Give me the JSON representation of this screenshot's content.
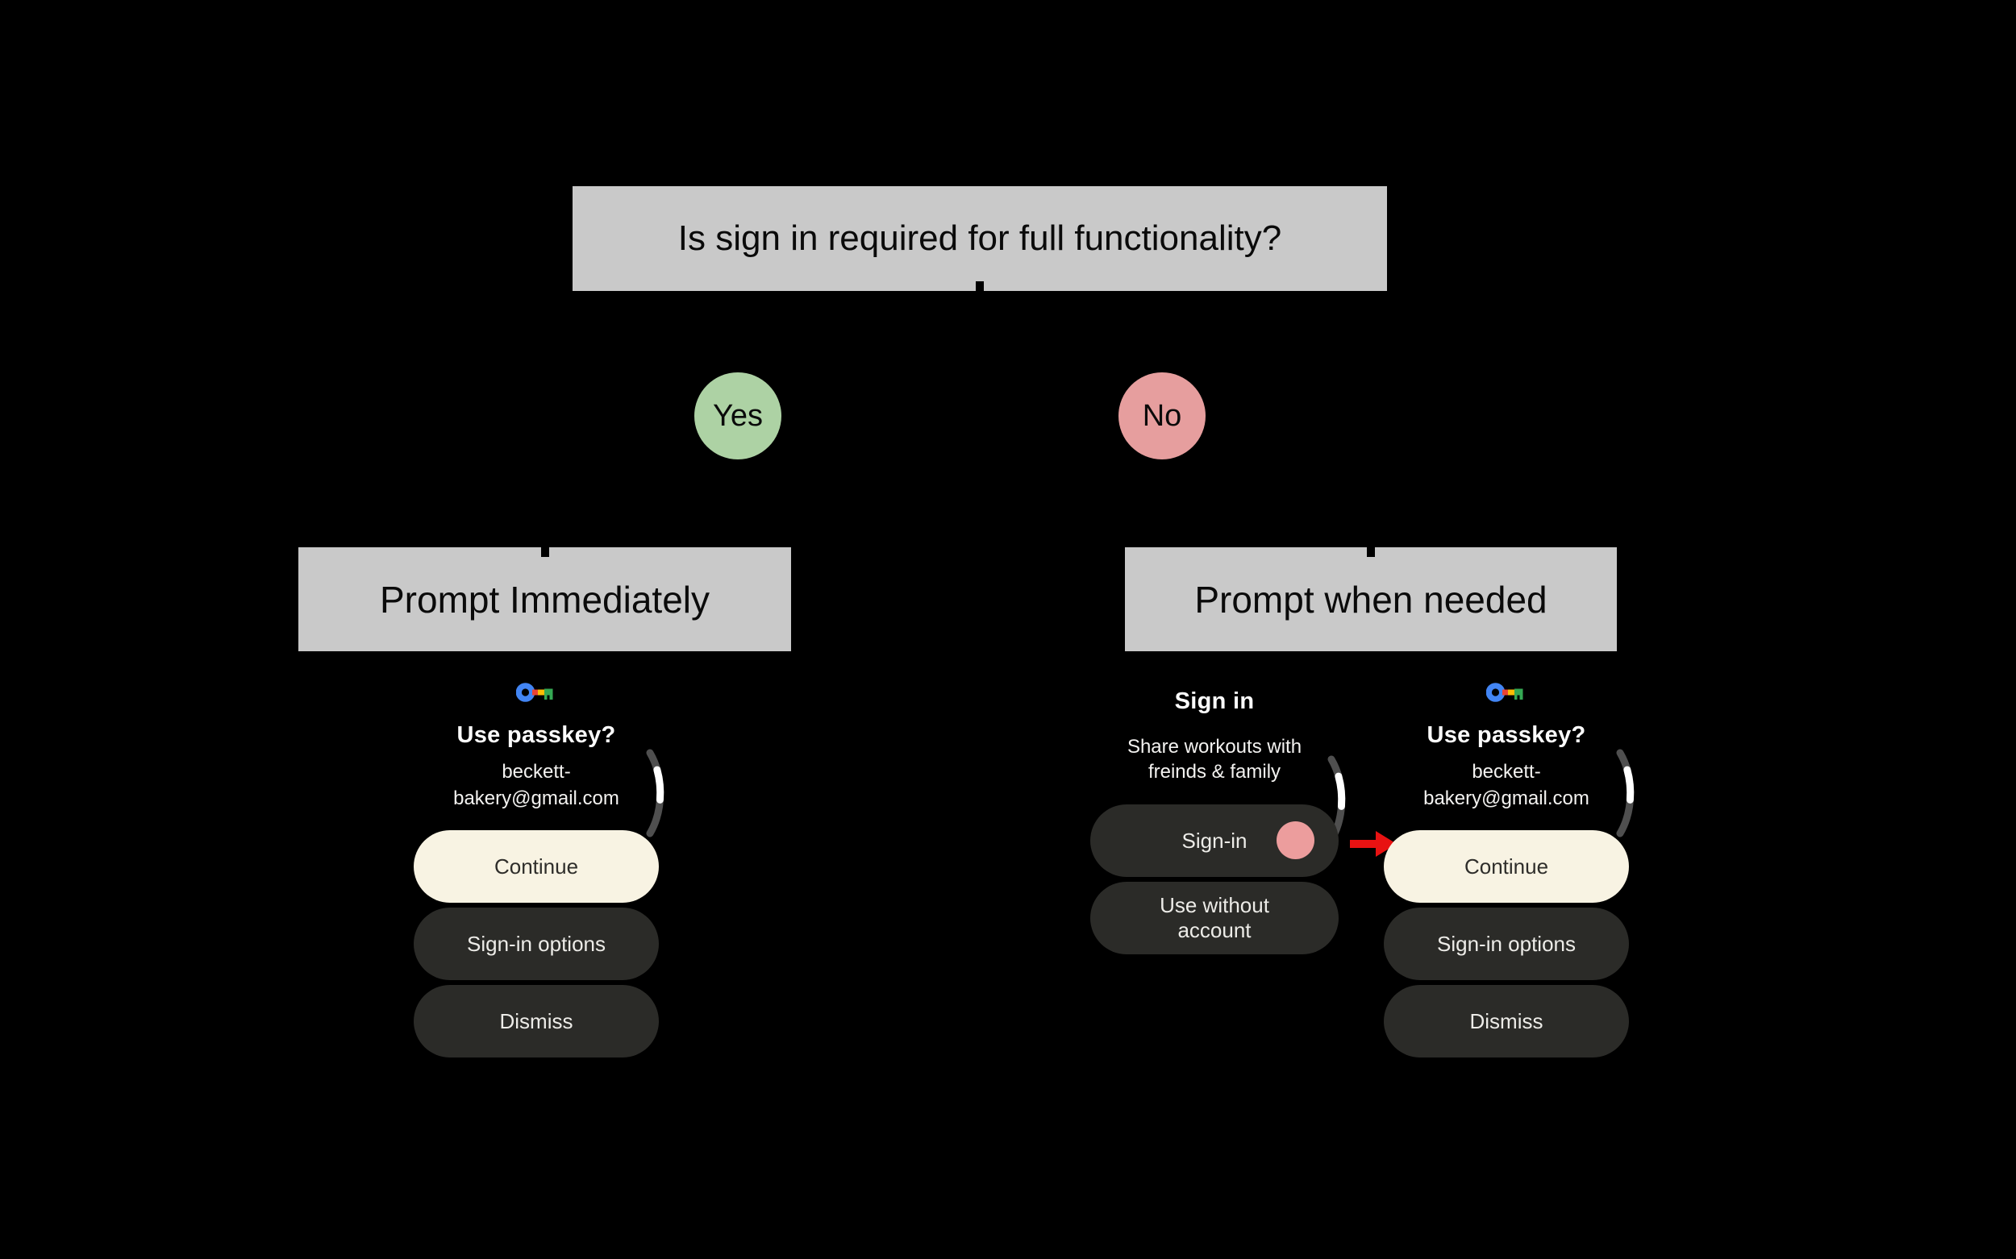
{
  "flow": {
    "title": "Is sign in required for full functionality?",
    "yes_label": "Yes",
    "no_label": "No",
    "left_branch_label": "Prompt Immediately",
    "right_branch_label": "Prompt when needed"
  },
  "passkey_screen": {
    "icon": "google-passkey-key-icon",
    "title": "Use passkey?",
    "account_line1": "beckett-",
    "account_line2": "bakery@gmail.com",
    "buttons": {
      "continue": "Continue",
      "signin_options": "Sign-in options",
      "dismiss": "Dismiss"
    }
  },
  "signin_screen": {
    "title": "Sign in",
    "subtitle_line1": "Share workouts with",
    "subtitle_line2": "freinds & family",
    "buttons": {
      "signin": "Sign-in",
      "use_without_line1": "Use without",
      "use_without_line2": "account"
    }
  },
  "colors": {
    "background": "#000000",
    "box_gray": "#C9C9C9",
    "yes_green": "#ADD2A4",
    "no_pink": "#E69E9E",
    "cream_button": "#F8F3E3",
    "dark_button": "#2B2B28",
    "tap_indicator_pink": "#EC9D9D",
    "arrow_red": "#E81212",
    "google_blue": "#4285F4",
    "google_red": "#EA4335",
    "google_yellow": "#FBBC04",
    "google_green": "#34A853",
    "scroll_track": "#4F4F4F",
    "scroll_thumb": "#FFFFFF"
  }
}
